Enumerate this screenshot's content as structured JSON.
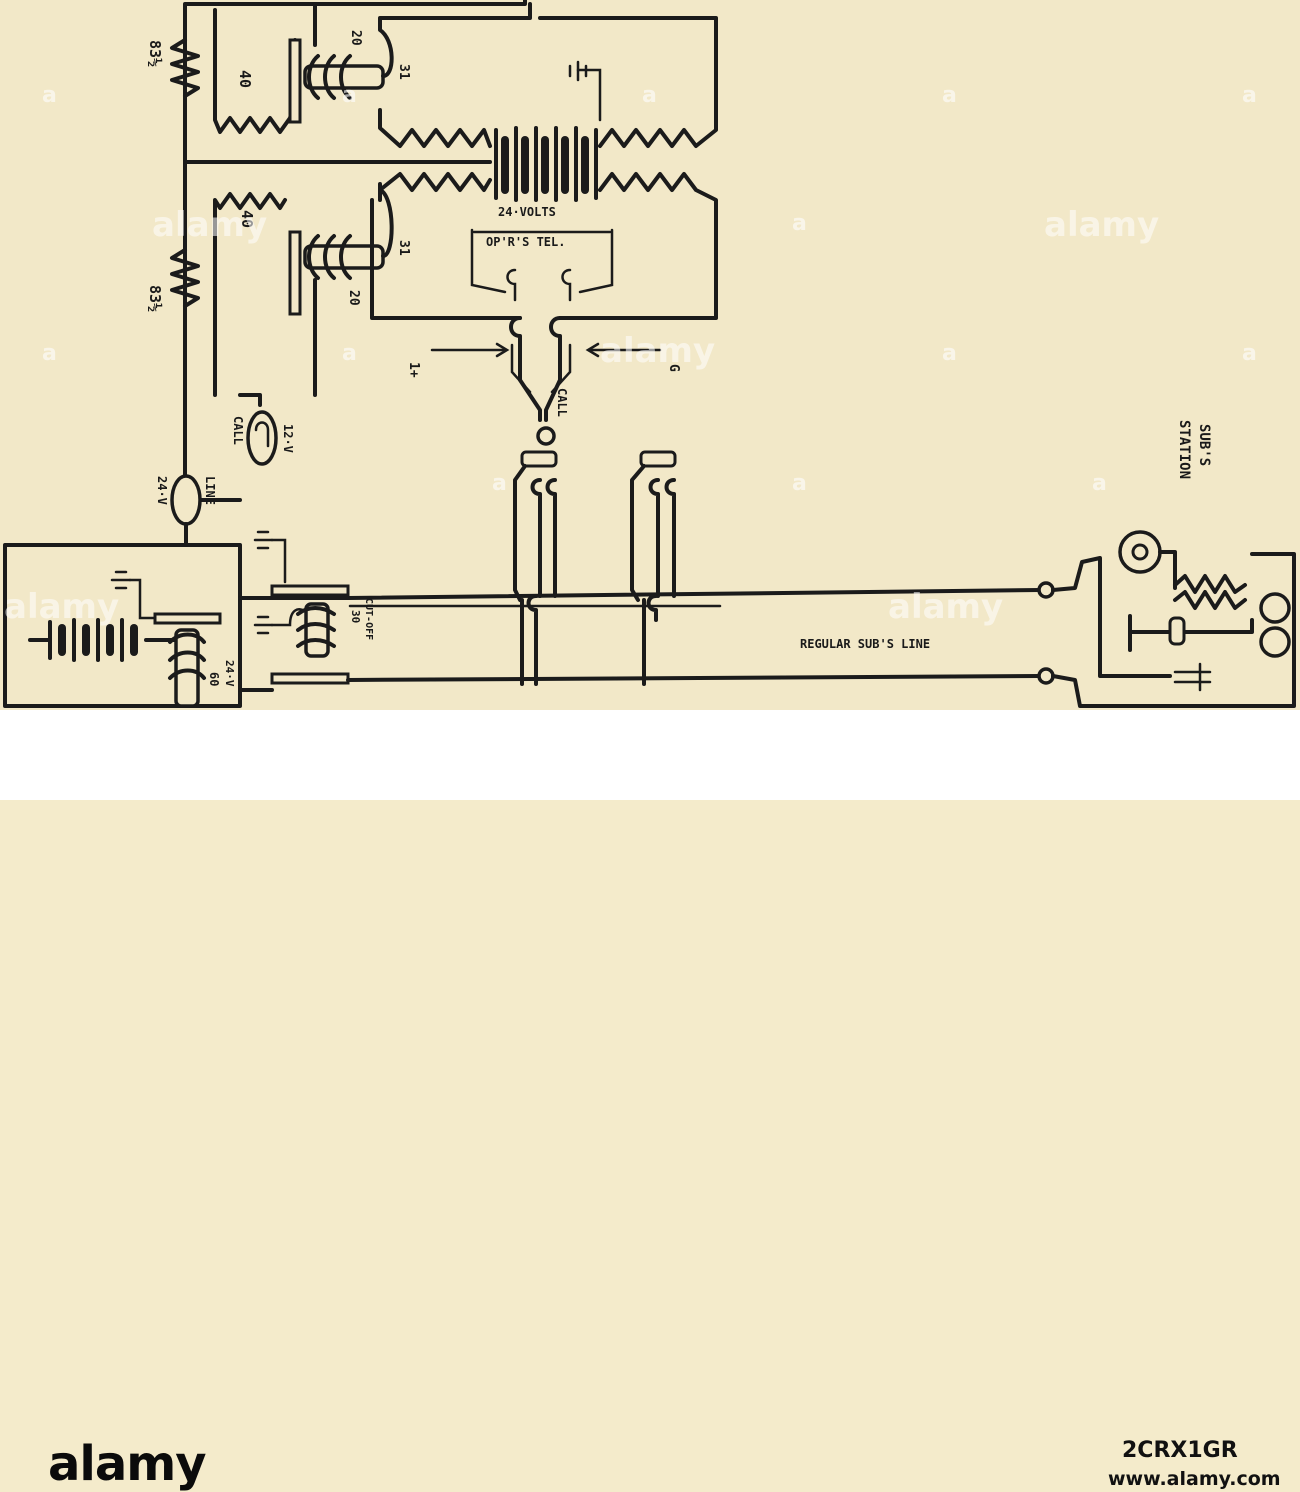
{
  "diagram": {
    "labels": {
      "res_top_left": "83½",
      "res_bottom_left": "83½",
      "coil_top_40": "40",
      "coil_bottom_40": "40",
      "relay_top_20": "20",
      "relay_bottom_20": "20",
      "relay_top_31": "31",
      "relay_bottom_31": "31",
      "battery_main": "24·VOLTS",
      "operator_tel": "OP'R'S TEL.",
      "jack_left": "1+",
      "jack_right": "G",
      "call_key": "CALL",
      "call_lamp": "CALL",
      "call_lamp_volts": "12·V",
      "line_lamp": "LINE",
      "line_lamp_volts": "24·V",
      "cutoff": "CUT-OFF",
      "cutoff_ohms": "30",
      "lower_relay": "60",
      "lower_battery": "24·V",
      "sub_line": "REGULAR SUB'S LINE",
      "sub_station_1": "SUB'S",
      "sub_station_2": "STATION"
    }
  },
  "watermark": {
    "brand": "alamy",
    "mark": "a"
  },
  "footer": {
    "brand": "alamy",
    "image_id": "2CRX1GR",
    "site": "www.alamy.com"
  }
}
